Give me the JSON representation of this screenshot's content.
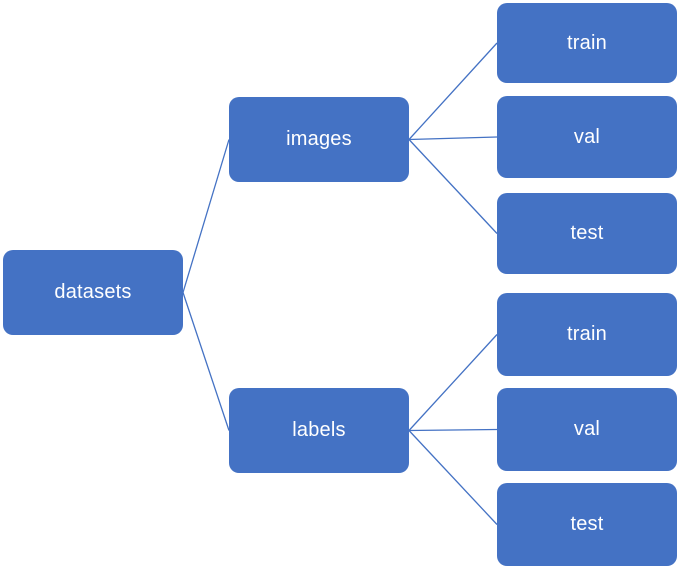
{
  "diagram": {
    "type": "tree",
    "root": {
      "label": "datasets"
    },
    "branches": [
      {
        "label": "images",
        "children": [
          {
            "label": "train"
          },
          {
            "label": "val"
          },
          {
            "label": "test"
          }
        ]
      },
      {
        "label": "labels",
        "children": [
          {
            "label": "train"
          },
          {
            "label": "val"
          },
          {
            "label": "test"
          }
        ]
      }
    ],
    "colors": {
      "node_fill": "#4472C4",
      "node_text": "#FFFFFF",
      "connector": "#4472C4",
      "background": "#FFFFFF"
    }
  }
}
